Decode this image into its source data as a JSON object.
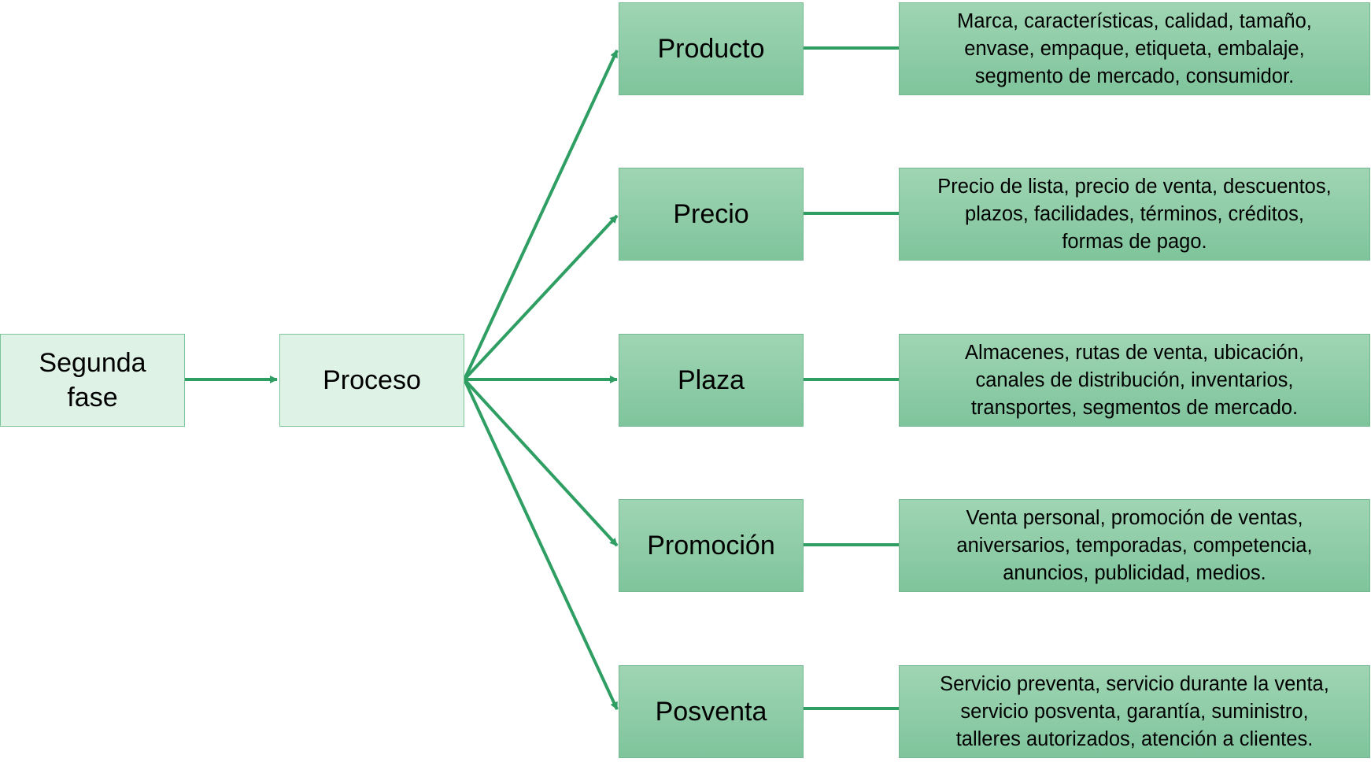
{
  "start": {
    "lines": [
      "Segunda",
      "fase"
    ]
  },
  "process": {
    "label": "Proceso"
  },
  "colors": {
    "connector": "#2e9e63",
    "light_fill": "#dff2e6",
    "dark_fill": "#8fcea8"
  },
  "categories": [
    {
      "label": "Producto",
      "details": [
        "Marca, características, calidad, tamaño,",
        "envase, empaque, etiqueta, embalaje,",
        "segmento de mercado, consumidor."
      ]
    },
    {
      "label": "Precio",
      "details": [
        "Precio de lista, precio de venta, descuentos,",
        "plazos, facilidades, términos, créditos,",
        "formas de pago."
      ]
    },
    {
      "label": "Plaza",
      "details": [
        "Almacenes, rutas de venta, ubicación,",
        "canales de distribución, inventarios,",
        "transportes, segmentos de mercado."
      ]
    },
    {
      "label": "Promoción",
      "details": [
        "Venta personal, promoción de ventas,",
        "aniversarios, temporadas, competencia,",
        "anuncios, publicidad, medios."
      ]
    },
    {
      "label": "Posventa",
      "details": [
        "Servicio preventa, servicio durante la venta,",
        "servicio posventa, garantía, suministro,",
        "talleres autorizados, atención a clientes."
      ]
    }
  ]
}
